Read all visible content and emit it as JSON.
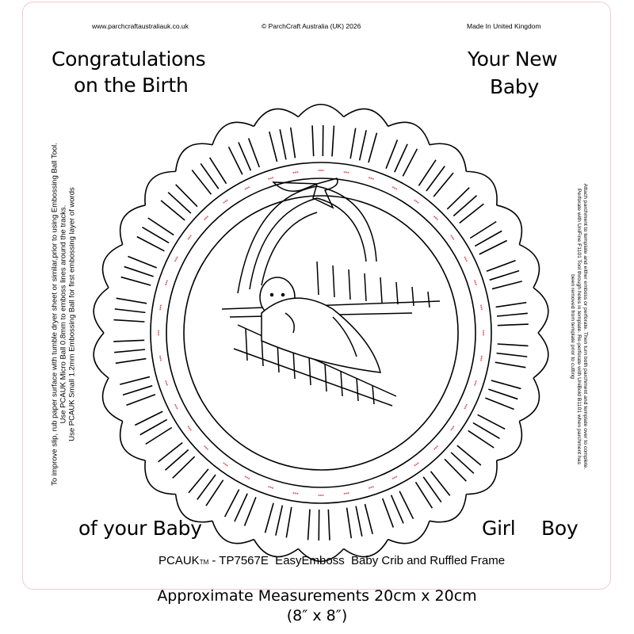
{
  "header": {
    "website": "www.parchcraftaustraliauk.co.uk",
    "copyright": "© ParchCraft Australia (UK) 2026",
    "origin": "Made In United Kingdom"
  },
  "words": {
    "congrats_line1": "Congratulations",
    "congrats_line2": "on the Birth",
    "your_new": "Your New",
    "baby": "Baby",
    "of_your_baby": "of your Baby",
    "girl": "Girl",
    "boy": "Boy"
  },
  "left_instructions": [
    "To improve slip, rub paper surface with tumble dryer sheet or similar,prior to using Embossing Ball Tool.",
    "Use PCAUK Micro Ball 0.8mm to emboss lines around the tracks.",
    "Use PCAUK Small 1.2mm Embossing Ball for first embossing layer of words"
  ],
  "right_instructions": [
    "Attach parchment to template and either emboss or perforate. Then turn both parchment and template over to complete.",
    "Perforate with UniFine F1101 Tool through holes in template. Re-perforate with UniBold B1101 when parchment has",
    "been removed from template prior to cutting"
  ],
  "product": {
    "brand": "PCAUK",
    "tm": "TM",
    "code": " - TP7567E  EasyEmboss  Baby Crib and Ruffled Frame"
  },
  "measurements": {
    "line1": "Approximate Measurements 20cm x 20cm",
    "line2": "(8″ x 8″)"
  },
  "colors": {
    "border": "#f3c9cf",
    "perforation": "#e05a5a",
    "line": "#000000"
  }
}
